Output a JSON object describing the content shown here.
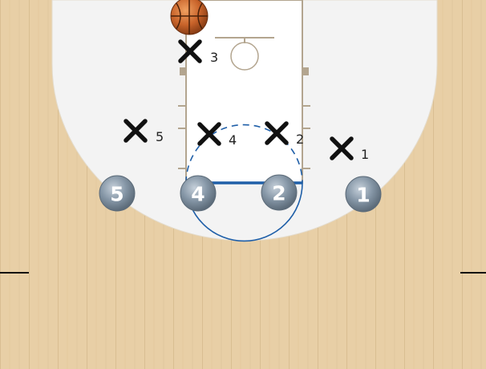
{
  "colors": {
    "court_wood": "#e8cfa6",
    "paint_area": "#f3f3f3",
    "line_blue": "#1f5fa8",
    "lane_line": "#b3a58f",
    "defender_mark": "#111111",
    "offense_badge": "#8596a6",
    "ball": "#c8632a"
  },
  "offense": [
    {
      "label": "5"
    },
    {
      "label": "4"
    },
    {
      "label": "2"
    },
    {
      "label": "1"
    }
  ],
  "defense": [
    {
      "label": "3"
    },
    {
      "label": "5"
    },
    {
      "label": "4"
    },
    {
      "label": "2"
    },
    {
      "label": "1"
    }
  ],
  "icons": {
    "ball": "basketball-icon",
    "defender": "x-mark-icon",
    "offense": "circle-badge-icon"
  }
}
